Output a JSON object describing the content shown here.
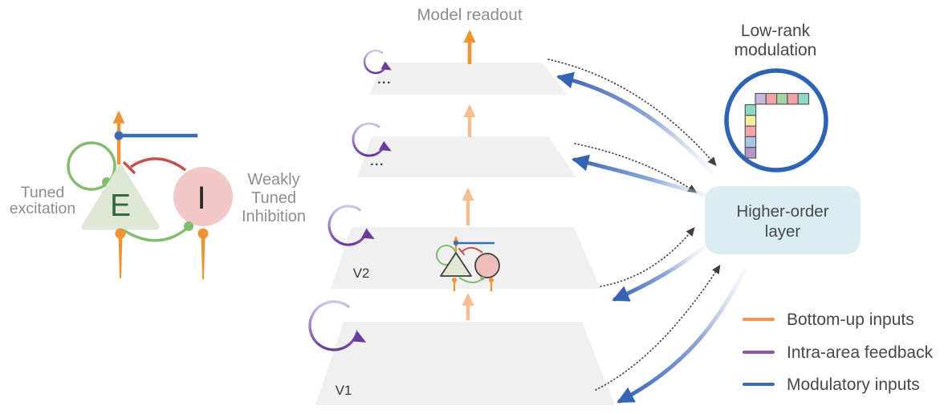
{
  "ei_motif": {
    "excitation_label_line1": "Tuned",
    "excitation_label_line2": "excitation",
    "excitatory_unit": "E",
    "inhibitory_unit": "I",
    "inhibition_label_line1": "Weakly",
    "inhibition_label_line2": "Tuned",
    "inhibition_label_line3": "Inhibition"
  },
  "stack": {
    "readout_label": "Model readout",
    "v1_label": "V1",
    "v2_label": "V2",
    "ellipsis": "..."
  },
  "low_rank": {
    "label_line1": "Low-rank",
    "label_line2": "modulation",
    "row_colors": [
      "#c9b8dc",
      "#f2a3a9",
      "#a5d6a0",
      "#f2a3a9",
      "#8fd8c5"
    ],
    "column_colors": [
      "#8fd8c5",
      "#f2ee9f",
      "#f2a3a9",
      "#abc5e4",
      "#b394cd"
    ]
  },
  "higher_order": {
    "label_line1": "Higher-order",
    "label_line2": "layer"
  },
  "legend": {
    "items": [
      {
        "label": "Bottom-up inputs",
        "color": "#ef9557"
      },
      {
        "label": "Intra-area feedback",
        "color": "#8a57ad"
      },
      {
        "label": "Modulatory inputs",
        "color": "#3d6cb4"
      }
    ]
  },
  "colors": {
    "bottom_up_orange": "#ee9434",
    "bottom_up_orange_faded": "#f6bf93",
    "intra_area_purple": "#6b3c9b",
    "modulatory_blue": "#3663b2",
    "excitation_green": "#82bd6d",
    "inhibition_red": "#c3504b",
    "excitatory_fill": "#dee8d4",
    "inhibitory_fill": "#f2c8c8",
    "layer_gray": "#f0f0f1",
    "higher_order_fill": "#dcedf2",
    "low_rank_ring": "#2f64b2",
    "muted_text": "#8b8f94",
    "dark_text": "#45494d"
  }
}
